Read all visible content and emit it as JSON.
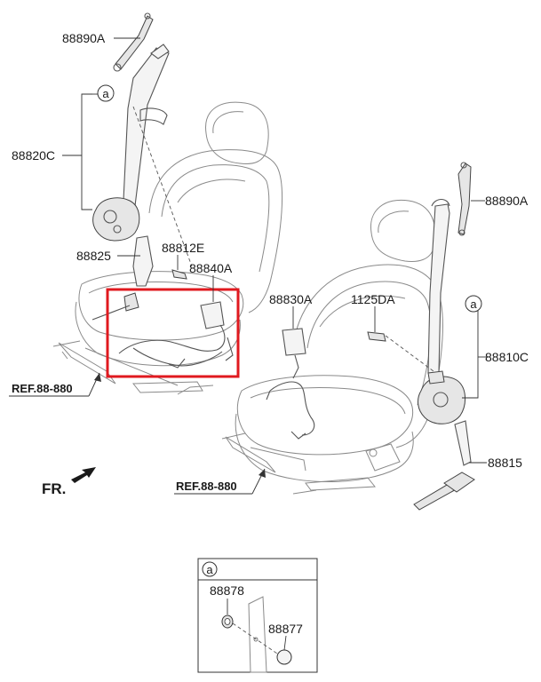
{
  "parts": {
    "p88890A_top": "88890A",
    "p88820C": "88820C",
    "p88825": "88825",
    "p88812E": "88812E",
    "p88840A": "88840A",
    "p88830A": "88830A",
    "p1125DA": "1125DA",
    "p88890A_right": "88890A",
    "p88810C": "88810C",
    "p88815": "88815",
    "p88878": "88878",
    "p88877": "88877"
  },
  "refs": {
    "left": "REF.88-880",
    "right": "REF.88-880"
  },
  "front_label": "FR.",
  "callouts": {
    "left": "a",
    "right": "a",
    "detail": "a"
  },
  "colors": {
    "highlight": "#e0191f",
    "line": "#333333"
  }
}
